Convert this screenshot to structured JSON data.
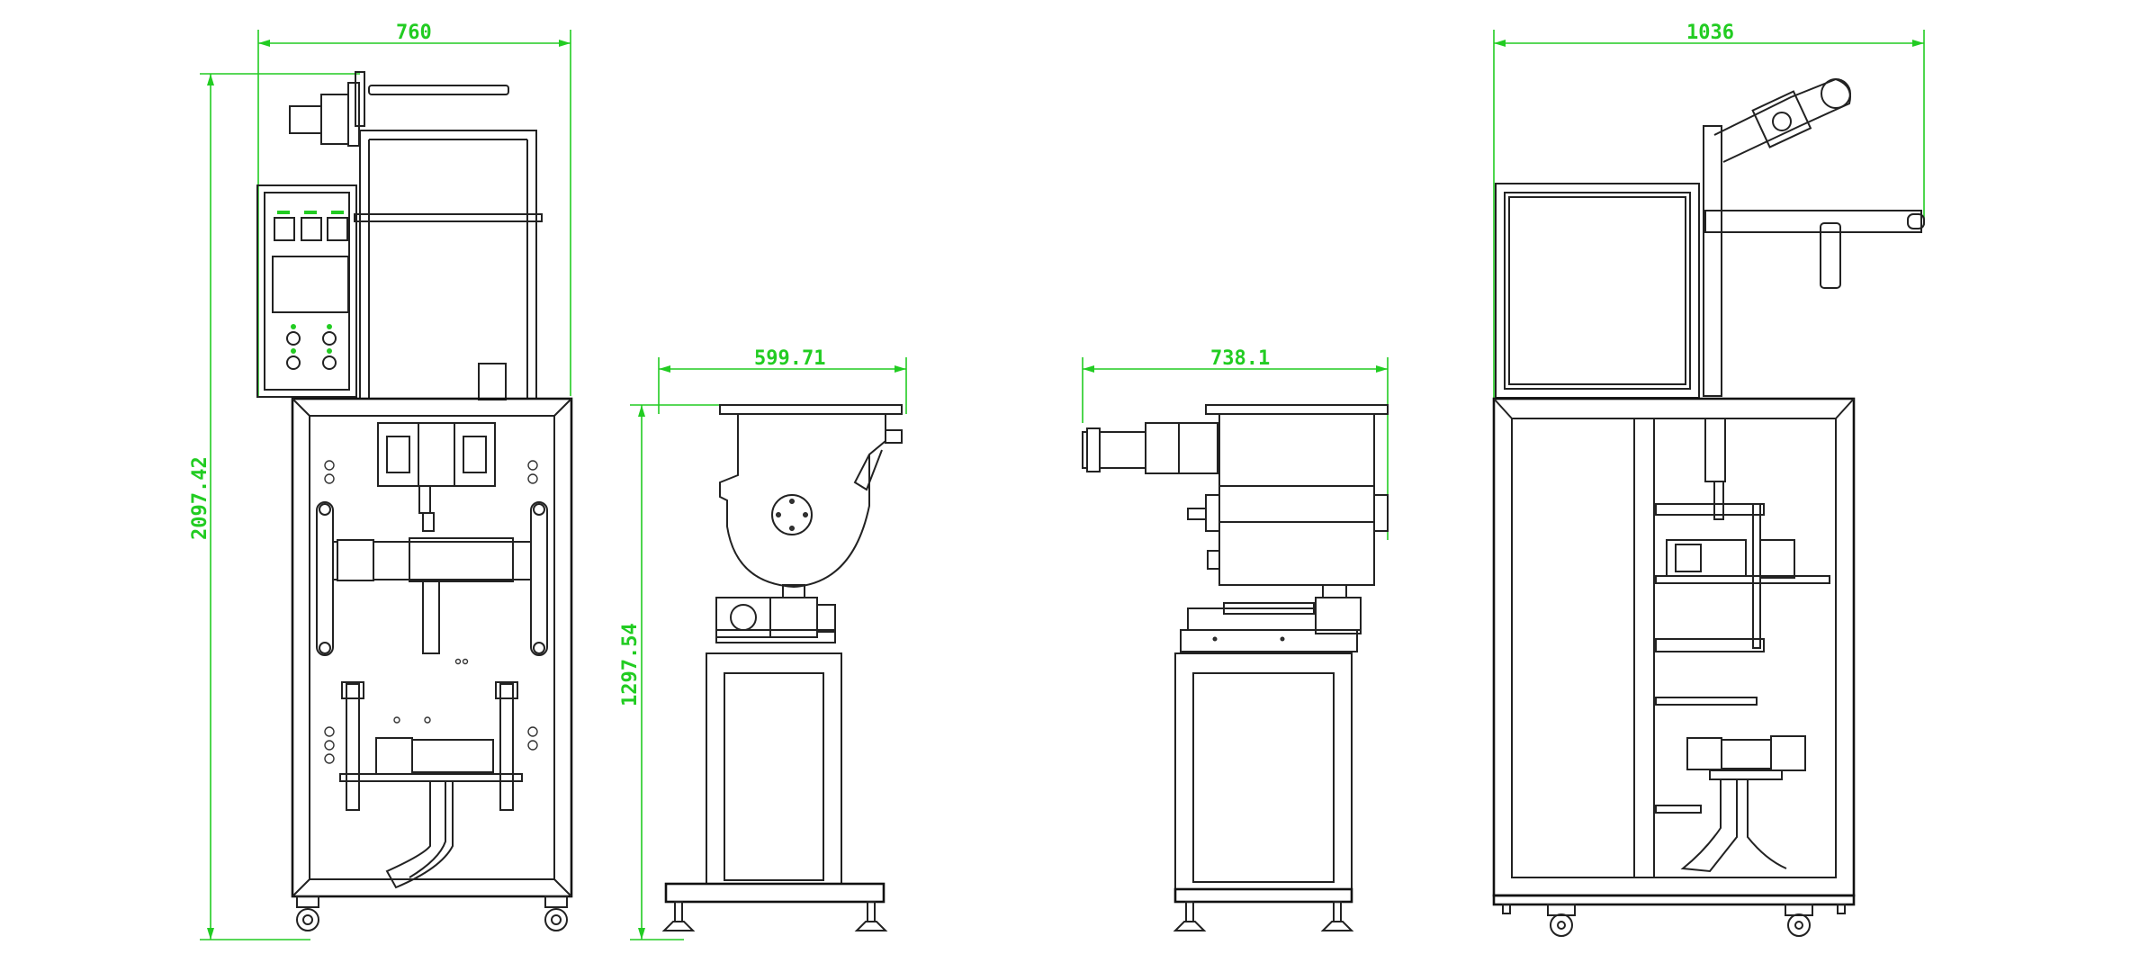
{
  "colors": {
    "dimension": "#22cc22",
    "outline": "#222222",
    "background": "#ffffff"
  },
  "dimensions": {
    "front_width": "760",
    "front_height": "2097.42",
    "hopper_width": "599.71",
    "hopper_height": "1297.54",
    "side_hopper_width": "738.1",
    "side_width": "1036"
  }
}
